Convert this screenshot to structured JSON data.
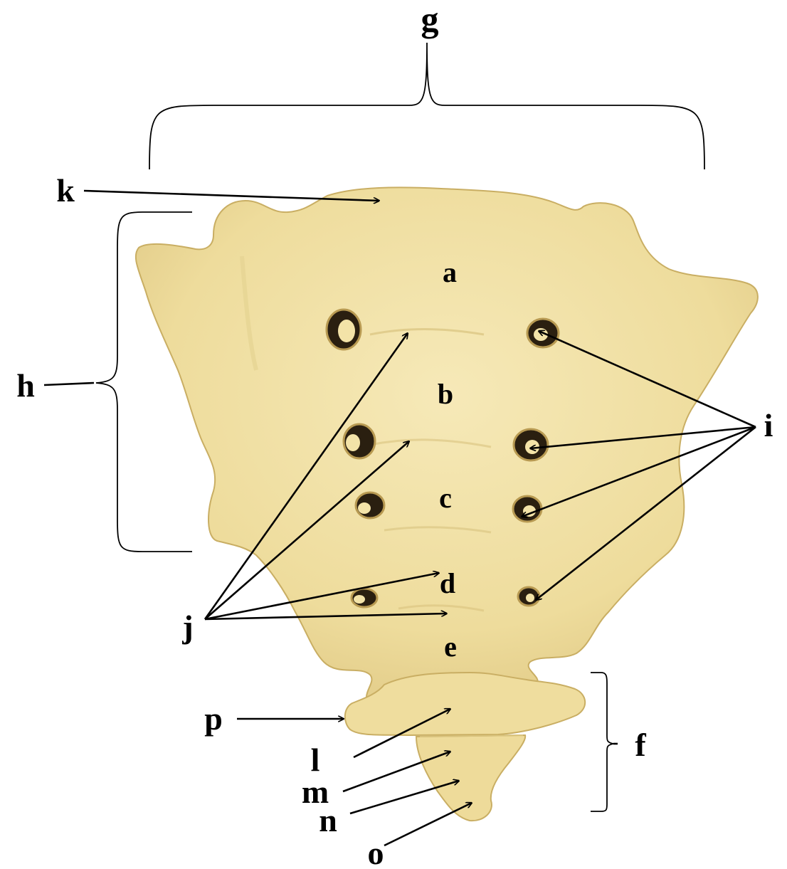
{
  "colors": {
    "bone": "#F1E1A6",
    "bone_shadow": "#E2CD86",
    "bone_dark": "#C9AE63",
    "foramen": "#1E160C",
    "ink": "#000000",
    "background": "#FFFFFF"
  },
  "labels": {
    "a": "a",
    "b": "b",
    "c": "c",
    "d": "d",
    "e": "e",
    "f": "f",
    "g": "g",
    "h": "h",
    "i": "i",
    "j": "j",
    "k": "k",
    "l": "l",
    "m": "m",
    "n": "n",
    "o": "o",
    "p": "p"
  }
}
